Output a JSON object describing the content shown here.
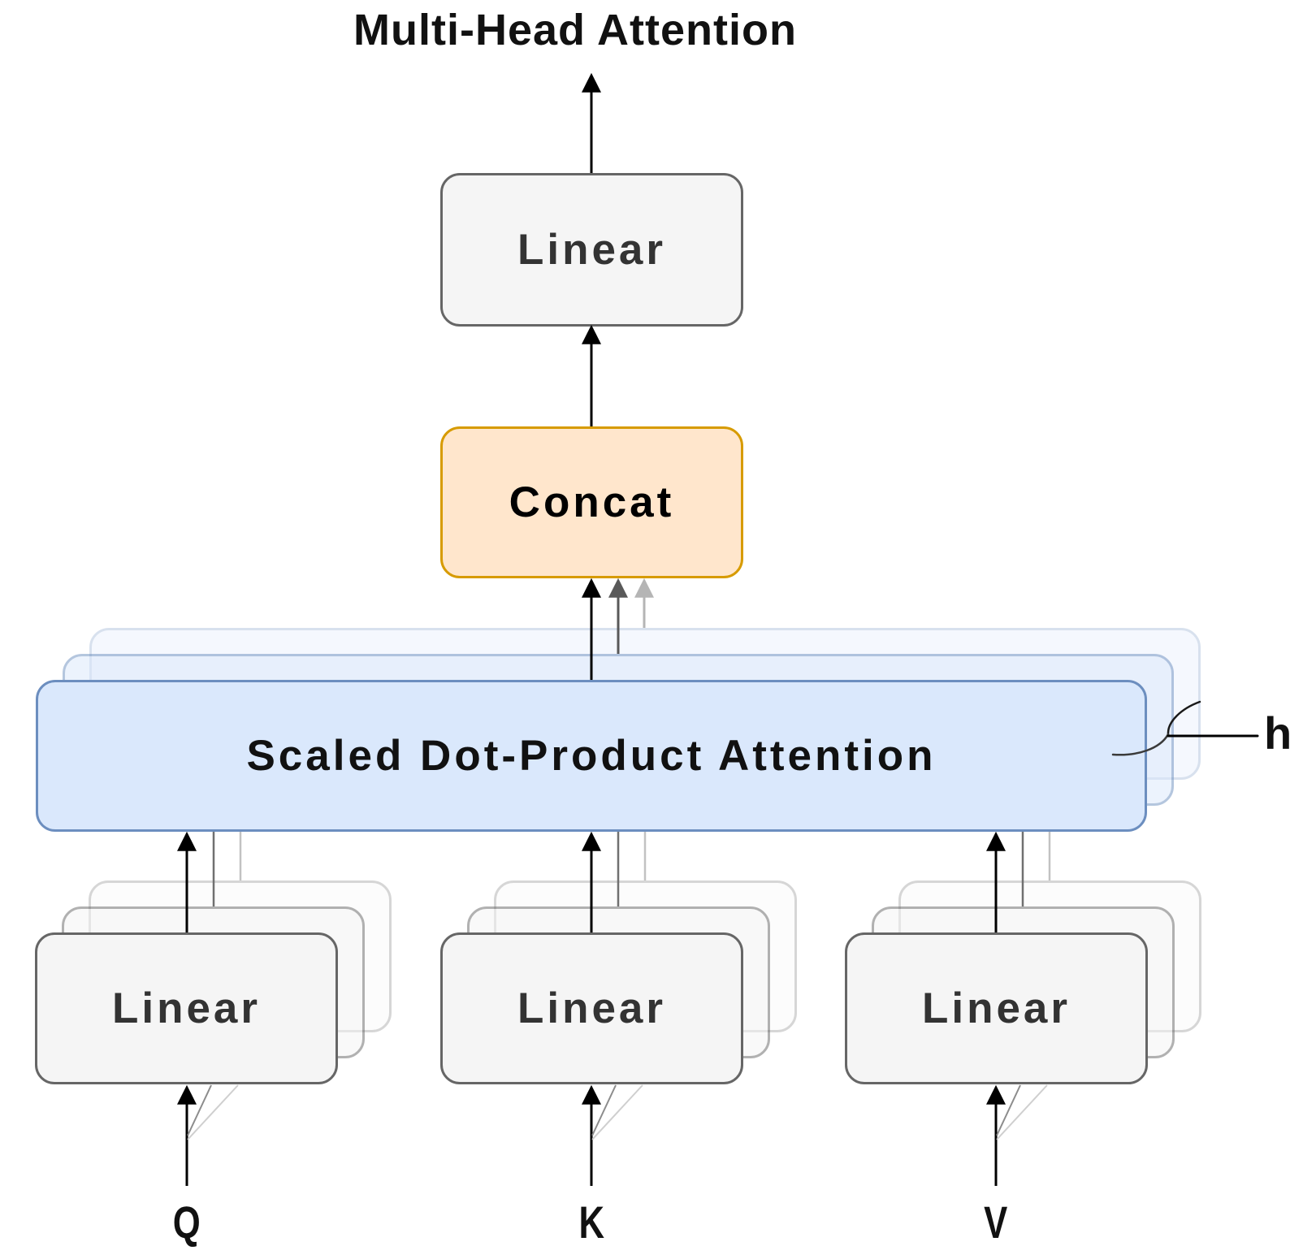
{
  "title": "Multi-Head Attention",
  "boxes": {
    "output_linear": "Linear",
    "concat": "Concat",
    "attention": "Scaled Dot-Product Attention",
    "linear_q": "Linear",
    "linear_k": "Linear",
    "linear_v": "Linear"
  },
  "inputs": {
    "q": "Q",
    "k": "K",
    "v": "V"
  },
  "annotations": {
    "num_heads": "h"
  },
  "colors": {
    "background": "#ffffff",
    "attention_fill": "#dae8fc",
    "attention_border": "#6c8ebf",
    "concat_fill": "#ffe6cc",
    "concat_border": "#d79b00",
    "linear_fill": "#f5f5f5",
    "linear_border": "#666666",
    "arrow_black": "#000000",
    "arrow_dark_gray": "#595959",
    "arrow_light_gray": "#b5b5b5",
    "text": "#111111"
  }
}
